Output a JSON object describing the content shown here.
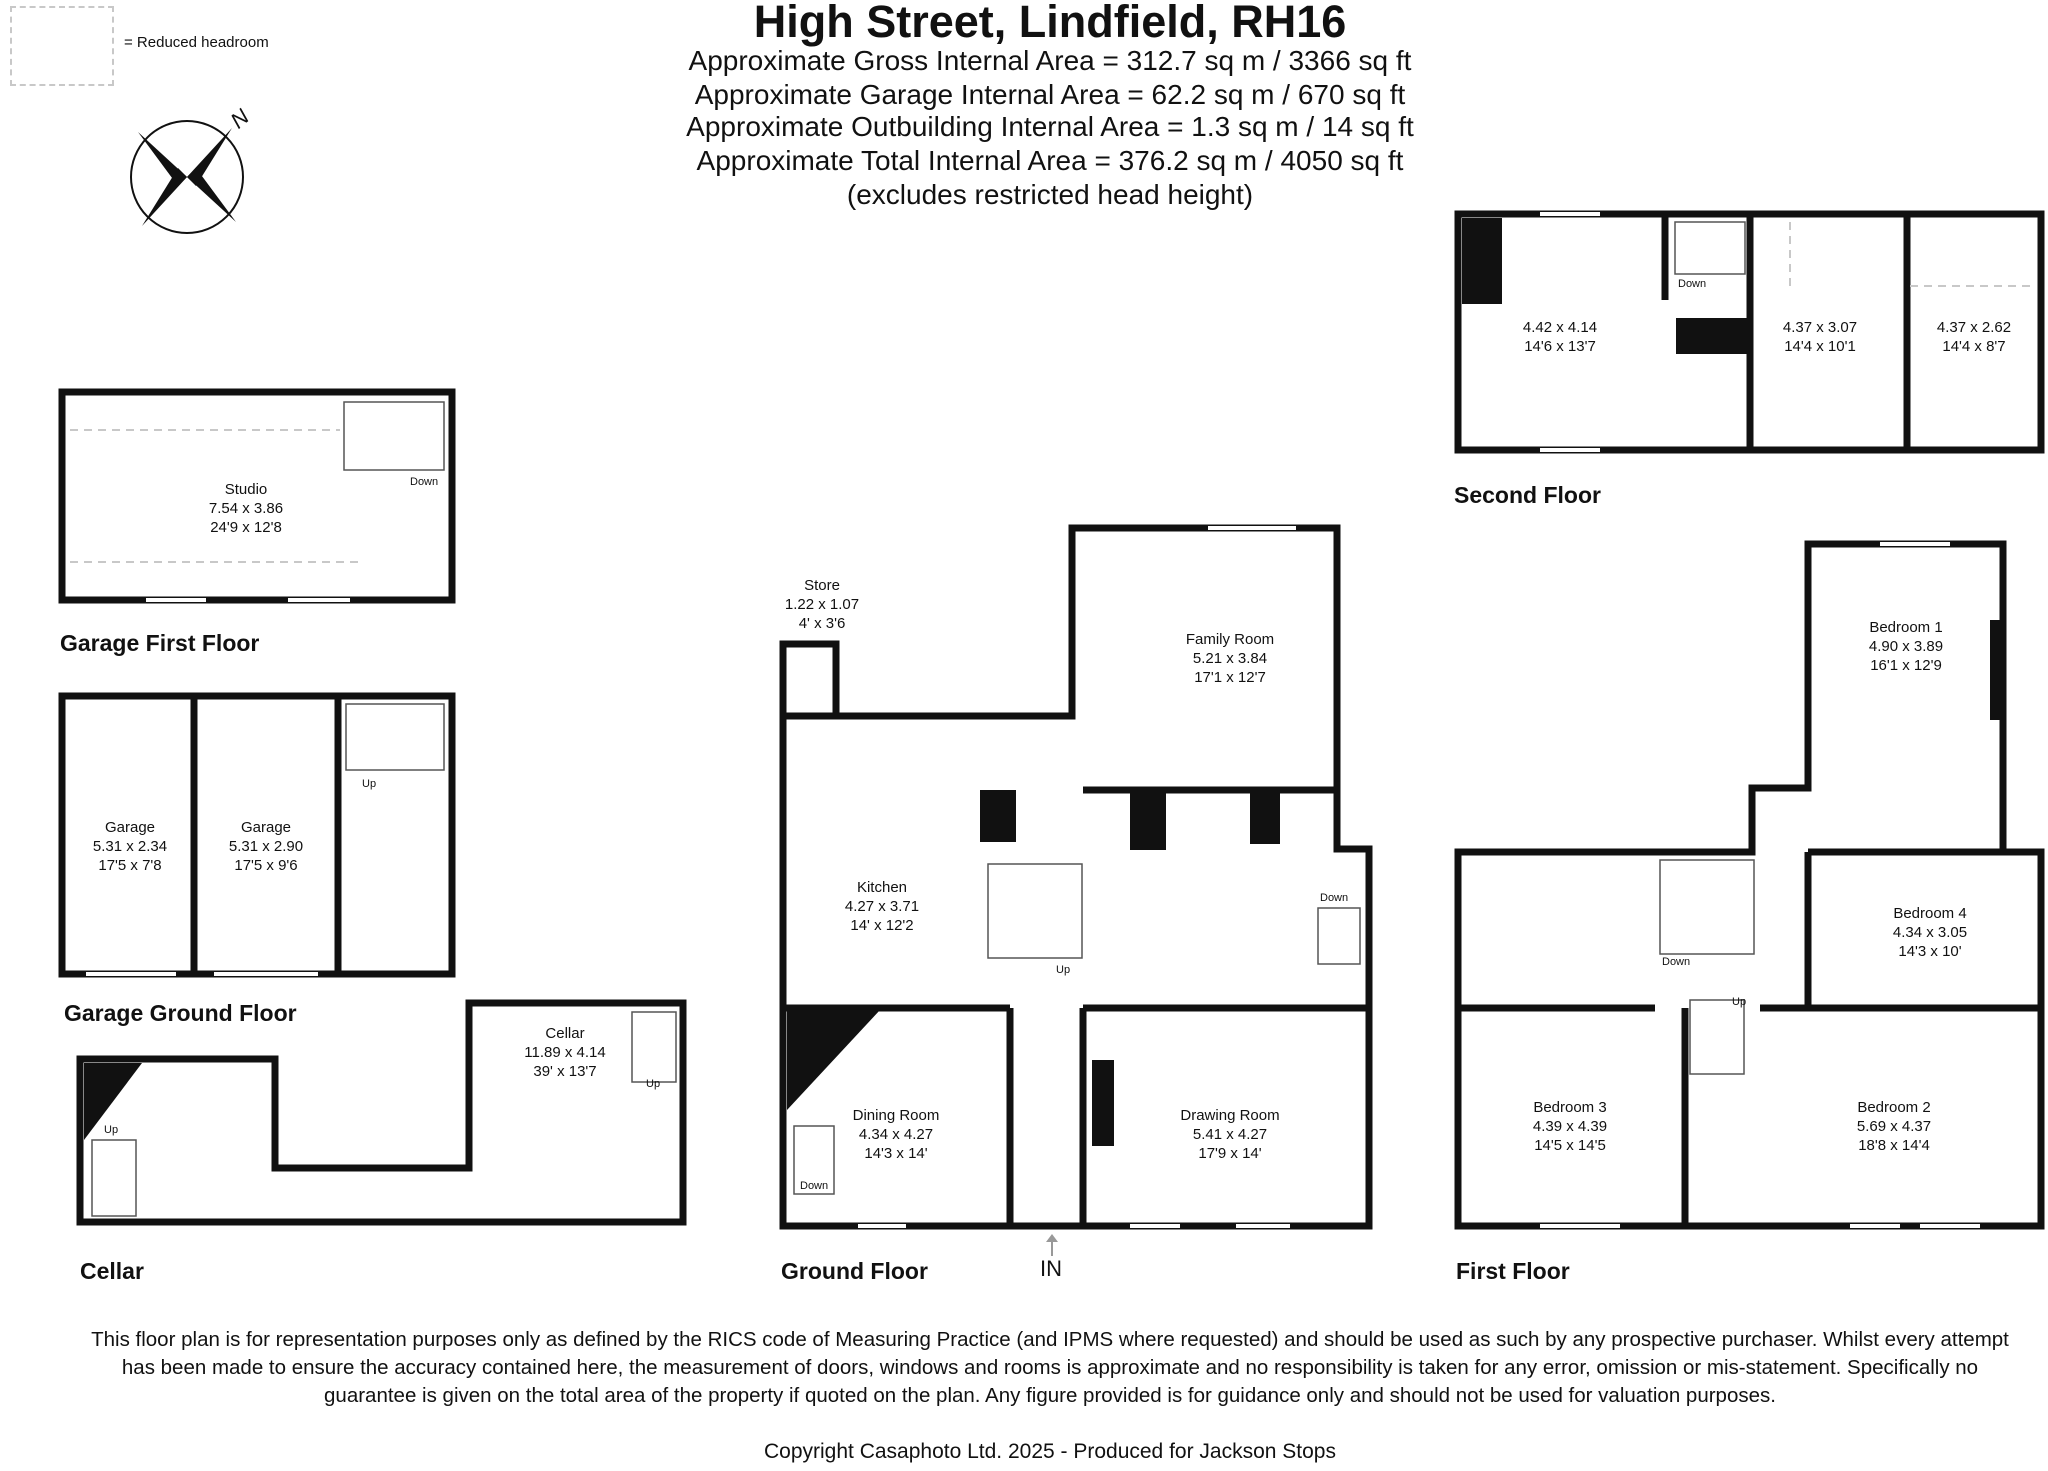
{
  "legend": {
    "text": "= Reduced headroom"
  },
  "header": {
    "title": "High Street, Lindfield, RH16",
    "lines": [
      "Approximate Gross Internal Area = 312.7 sq m / 3366 sq ft",
      "Approximate Garage Internal Area = 62.2 sq m / 670 sq ft",
      "Approximate Outbuilding Internal Area = 1.3 sq m / 14 sq ft",
      "Approximate Total Internal Area = 376.2 sq m / 4050 sq ft",
      "(excludes restricted head height)"
    ]
  },
  "compass": {
    "label": "N"
  },
  "floors": {
    "garage_first": "Garage First Floor",
    "garage_ground": "Garage Ground Floor",
    "cellar": "Cellar",
    "ground": "Ground Floor",
    "first": "First Floor",
    "second": "Second Floor"
  },
  "rooms": {
    "studio": [
      "Studio",
      "7.54 x 3.86",
      "24'9 x 12'8"
    ],
    "garage1": [
      "Garage",
      "5.31 x 2.34",
      "17'5 x 7'8"
    ],
    "garage2": [
      "Garage",
      "5.31 x 2.90",
      "17'5 x 9'6"
    ],
    "cellar": [
      "Cellar",
      "11.89 x 4.14",
      "39' x 13'7"
    ],
    "store": [
      "Store",
      "1.22 x 1.07",
      "4' x 3'6"
    ],
    "kitchen": [
      "Kitchen",
      "4.27 x 3.71",
      "14' x 12'2"
    ],
    "family": [
      "Family Room",
      "5.21 x 3.84",
      "17'1 x 12'7"
    ],
    "dining": [
      "Dining Room",
      "4.34 x 4.27",
      "14'3 x 14'"
    ],
    "drawing": [
      "Drawing Room",
      "5.41 x 4.27",
      "17'9 x 14'"
    ],
    "bed1": [
      "Bedroom 1",
      "4.90 x 3.89",
      "16'1 x 12'9"
    ],
    "bed4": [
      "Bedroom 4",
      "4.34 x 3.05",
      "14'3 x 10'"
    ],
    "bed3": [
      "Bedroom 3",
      "4.39 x 4.39",
      "14'5 x 14'5"
    ],
    "bed2": [
      "Bedroom 2",
      "5.69 x 4.37",
      "18'8 x 14'4"
    ],
    "sf1": [
      "4.42 x 4.14",
      "14'6 x 13'7"
    ],
    "sf2": [
      "4.37 x 3.07",
      "14'4 x 10'1"
    ],
    "sf3": [
      "4.37 x 2.62",
      "14'4 x 8'7"
    ]
  },
  "stair_labels": {
    "up": "Up",
    "down": "Down"
  },
  "entrance": "IN",
  "footer": {
    "disclaimer": "This floor plan is for representation purposes only as defined by the RICS code of Measuring Practice (and IPMS where requested) and should be used as such by any prospective purchaser. Whilst every attempt has been made to ensure the accuracy contained here, the measurement of doors, windows and rooms is approximate and no responsibility is taken for any error, omission or mis-statement. Specifically no guarantee is given on the total area of the property if quoted on the plan. Any figure provided is for guidance only and should not be used for valuation purposes.",
    "copyright": "Copyright Casaphoto Ltd. 2025 - Produced for Jackson Stops"
  },
  "colors": {
    "wall": "#111111",
    "reduced_headroom": "#c8c8c8"
  }
}
